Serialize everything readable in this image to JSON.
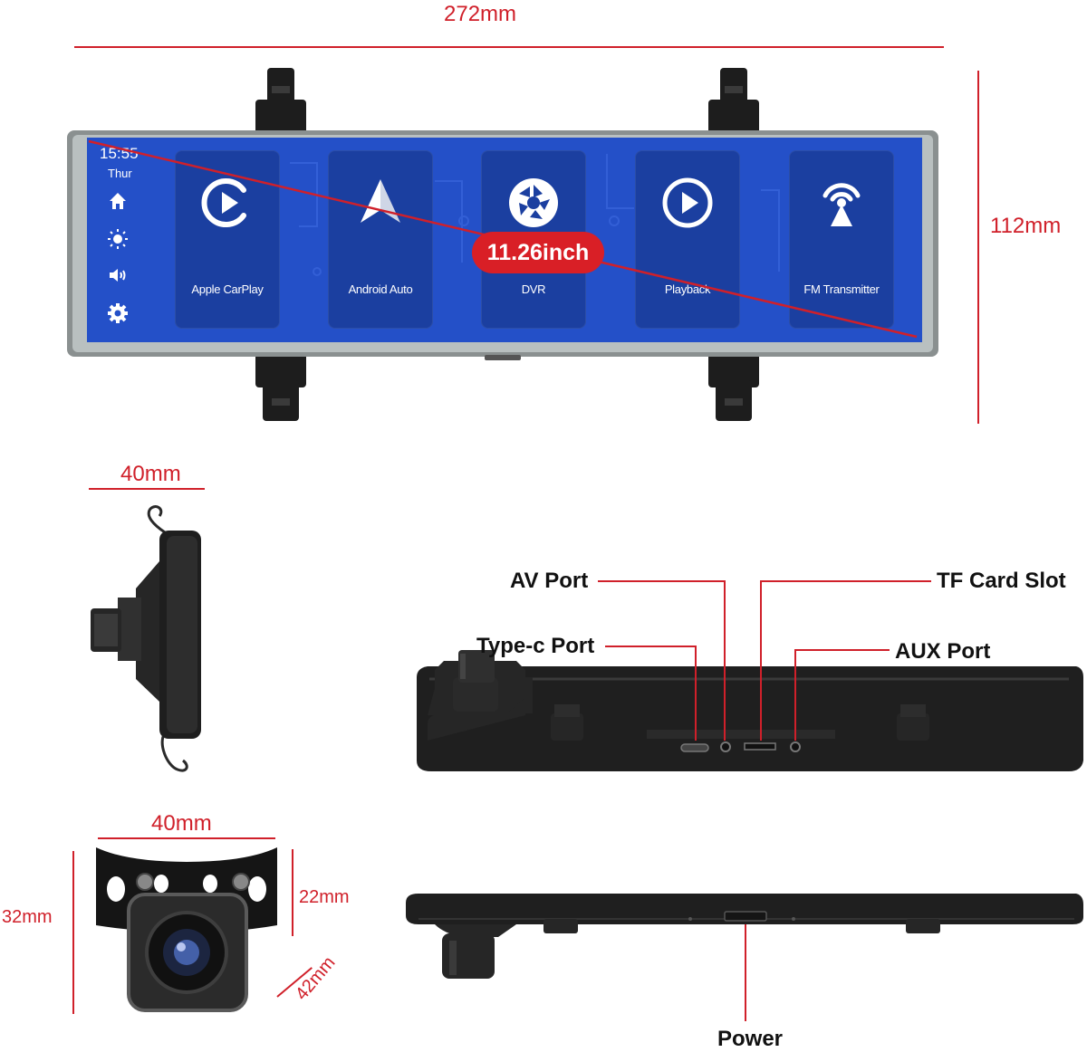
{
  "dimensions": {
    "mirror_width": "272mm",
    "mirror_height": "112mm",
    "side_width": "40mm",
    "camera_width": "40mm",
    "camera_height_total": "32mm",
    "camera_height_body": "22mm",
    "camera_diagonal": "42mm"
  },
  "screen": {
    "time": "15:55",
    "day": "Thur",
    "diagonal_badge": "11.26inch",
    "apps": [
      {
        "label": "Apple CarPlay",
        "icon": "carplay-icon"
      },
      {
        "label": "Android Auto",
        "icon": "android-auto-icon"
      },
      {
        "label": "DVR",
        "icon": "camera-aperture-icon"
      },
      {
        "label": "Playback",
        "icon": "play-icon"
      },
      {
        "label": "FM Transmitter",
        "icon": "antenna-icon"
      }
    ],
    "sidebar_icons": [
      "home-icon",
      "brightness-icon",
      "volume-icon",
      "settings-icon"
    ]
  },
  "ports": {
    "av": "AV Port",
    "tf": "TF Card Slot",
    "typec": "Type-c Port",
    "aux": "AUX Port",
    "power": "Power"
  },
  "colors": {
    "dimension_red": "#d0202a",
    "screen_blue": "#2450c8",
    "tile_blue": "#1b3fa0",
    "badge_red": "#d91f26"
  }
}
